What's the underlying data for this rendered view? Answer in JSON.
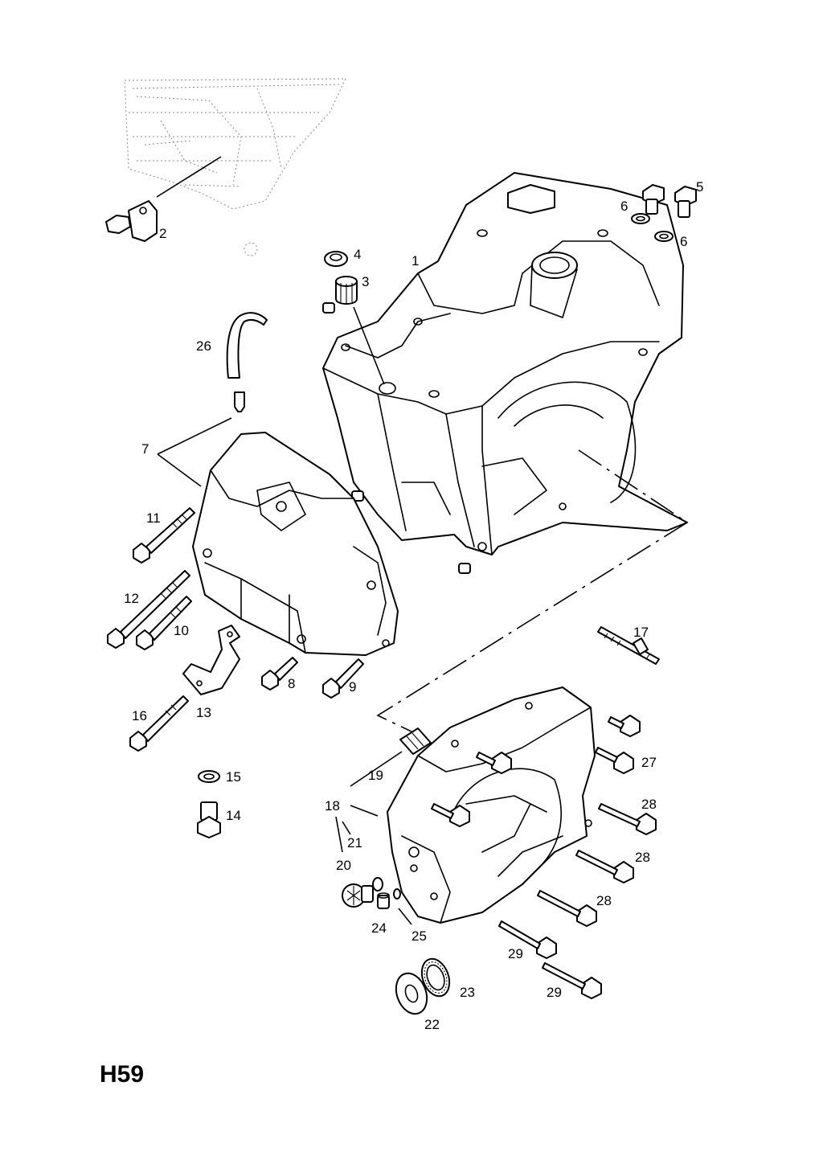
{
  "diagram_code": "H59",
  "callouts": [
    {
      "id": "c1",
      "text": "1"
    },
    {
      "id": "c2",
      "text": "2"
    },
    {
      "id": "c3",
      "text": "3"
    },
    {
      "id": "c4",
      "text": "4"
    },
    {
      "id": "c5",
      "text": "5"
    },
    {
      "id": "c6a",
      "text": "6"
    },
    {
      "id": "c6b",
      "text": "6"
    },
    {
      "id": "c7",
      "text": "7"
    },
    {
      "id": "c8",
      "text": "8"
    },
    {
      "id": "c9",
      "text": "9"
    },
    {
      "id": "c10",
      "text": "10"
    },
    {
      "id": "c11",
      "text": "11"
    },
    {
      "id": "c12",
      "text": "12"
    },
    {
      "id": "c13",
      "text": "13"
    },
    {
      "id": "c14",
      "text": "14"
    },
    {
      "id": "c15",
      "text": "15"
    },
    {
      "id": "c16",
      "text": "16"
    },
    {
      "id": "c17",
      "text": "17"
    },
    {
      "id": "c18",
      "text": "18"
    },
    {
      "id": "c19",
      "text": "19"
    },
    {
      "id": "c20",
      "text": "20"
    },
    {
      "id": "c21",
      "text": "21"
    },
    {
      "id": "c22",
      "text": "22"
    },
    {
      "id": "c23",
      "text": "23"
    },
    {
      "id": "c24",
      "text": "24"
    },
    {
      "id": "c25",
      "text": "25"
    },
    {
      "id": "c26",
      "text": "26"
    },
    {
      "id": "c27",
      "text": "27"
    },
    {
      "id": "c28a",
      "text": "28"
    },
    {
      "id": "c28b",
      "text": "28"
    },
    {
      "id": "c28c",
      "text": "28"
    },
    {
      "id": "c29a",
      "text": "29"
    },
    {
      "id": "c29b",
      "text": "29"
    }
  ]
}
